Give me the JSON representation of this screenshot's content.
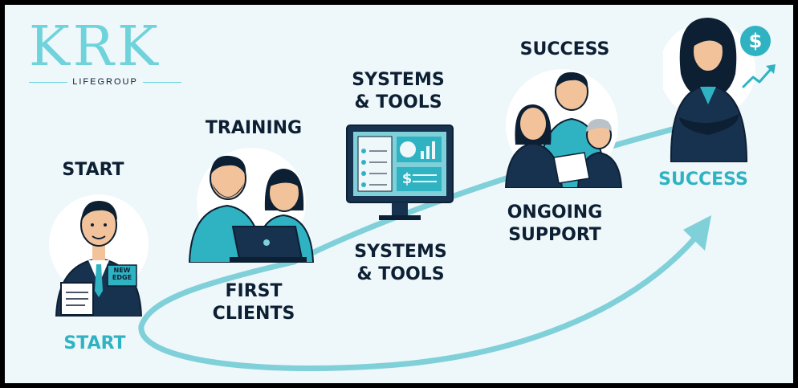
{
  "logo": {
    "brand": "KRK",
    "tagline": "LIFEGROUP"
  },
  "stages": {
    "start_top": "START",
    "start_bottom": "START",
    "training": "TRAINING",
    "first_clients_line1": "FIRST",
    "first_clients_line2": "CLIENTS",
    "systems_top_line1": "SYSTEMS",
    "systems_top_line2": "& TOOLS",
    "systems_bottom_line1": "SYSTEMS",
    "systems_bottom_line2": "& TOOLS",
    "success_top": "SUCCESS",
    "ongoing_line1": "ONGOING",
    "ongoing_line2": "SUPPORT",
    "success_right": "SUCCESS"
  },
  "badge_text": "NEW EDGE",
  "icons": {
    "dollar": "$"
  },
  "colors": {
    "navy": "#0d1f33",
    "teal": "#2fb3c3",
    "background": "#eef7fa"
  }
}
